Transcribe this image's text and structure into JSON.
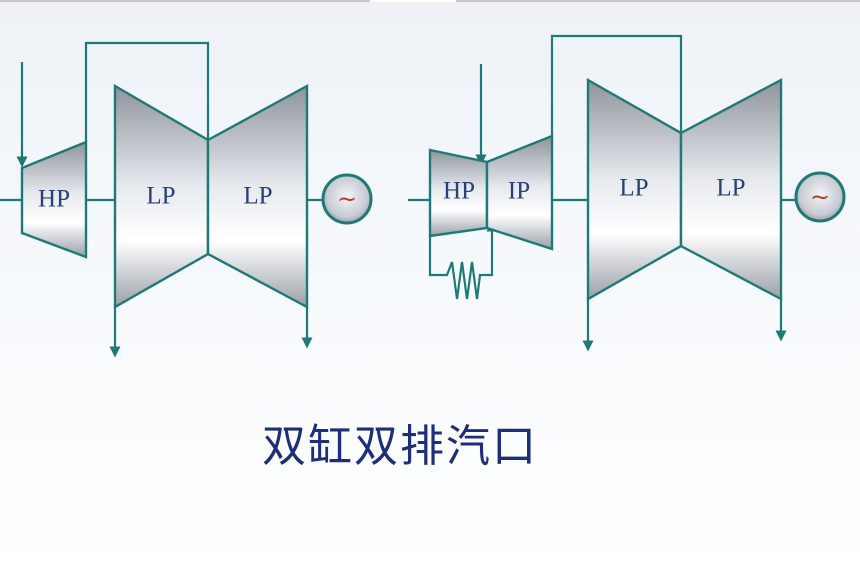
{
  "left_unit": {
    "hp_label": "HP",
    "lp1_label": "LP",
    "lp2_label": "LP"
  },
  "right_unit": {
    "hp_label": "HP",
    "ip_label": "IP",
    "lp1_label": "LP",
    "lp2_label": "LP"
  },
  "generator_symbol": "~",
  "caption": "双缸双排汽口",
  "colors": {
    "line": "#1f7a77",
    "label": "#2a3f78",
    "caption": "#1d2f7a",
    "generator_wave": "#c0392b"
  }
}
